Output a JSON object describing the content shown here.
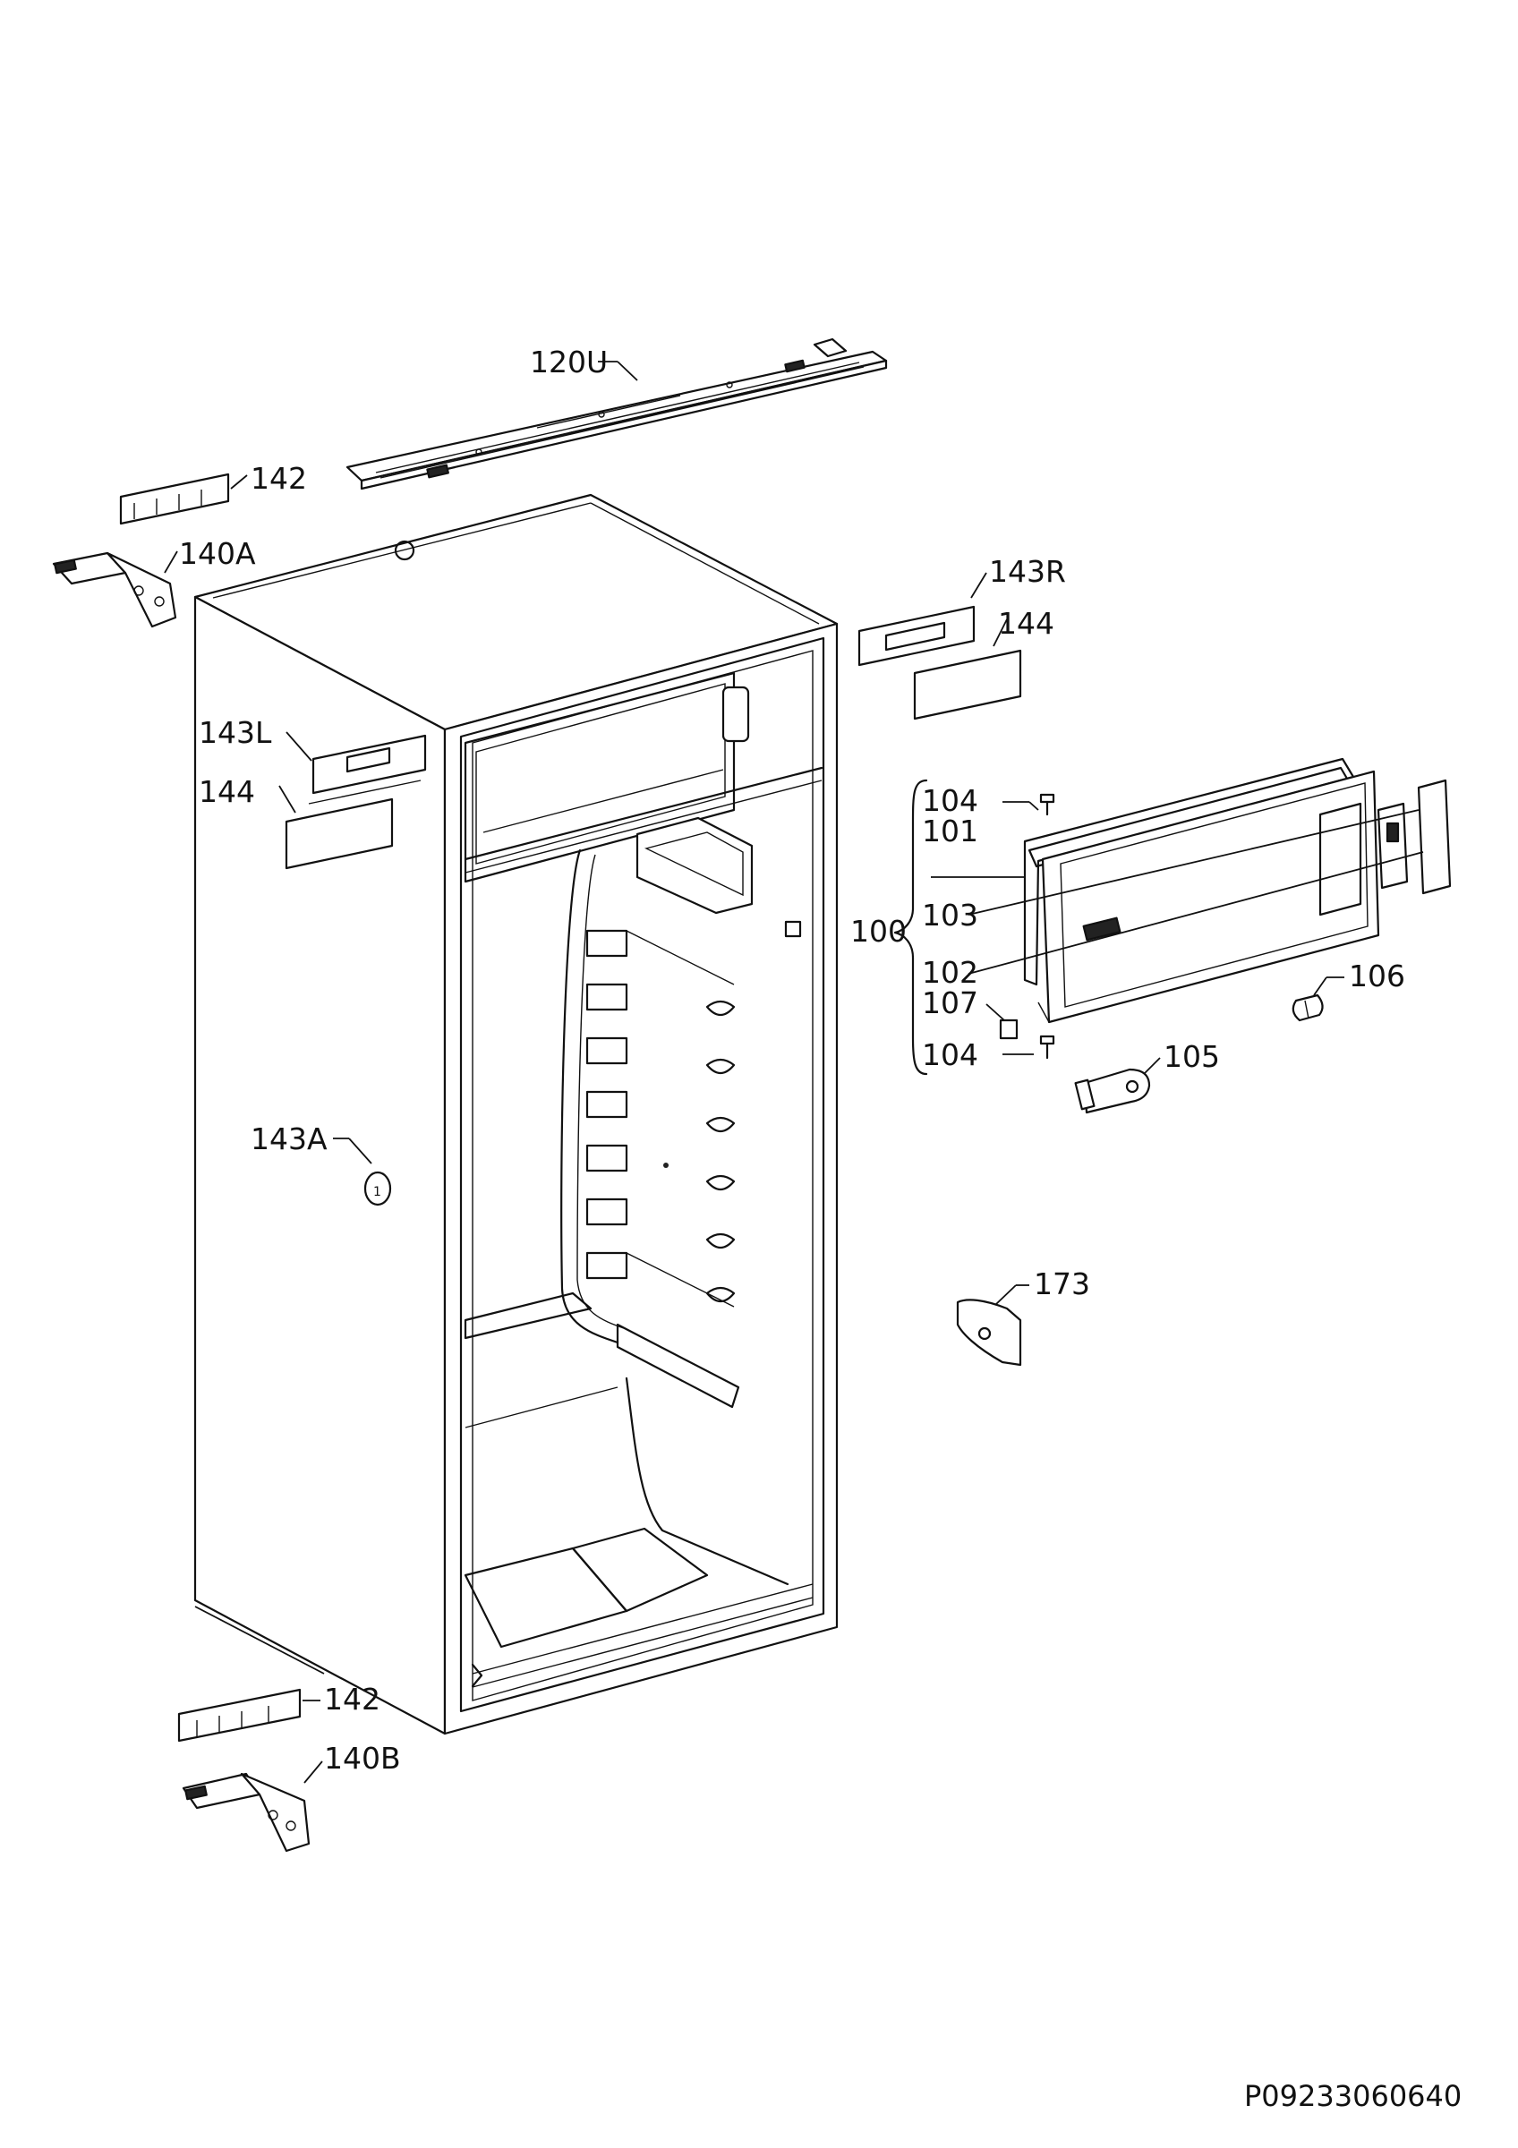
{
  "labels": {
    "l120U": "120U",
    "l142_top": "142",
    "l140A": "140A",
    "l143R": "143R",
    "l144_right": "144",
    "l143L": "143L",
    "l144_left": "144",
    "l104_top": "104",
    "l101": "101",
    "l103": "103",
    "l100": "100",
    "l102": "102",
    "l106": "106",
    "l107": "107",
    "l104_bottom": "104",
    "l105": "105",
    "l143A": "143A",
    "l173": "173",
    "l142_bottom": "142",
    "l140B": "140B"
  },
  "document_id": "P09233060640",
  "colors": {
    "line": "#111111",
    "background": "#ffffff"
  }
}
